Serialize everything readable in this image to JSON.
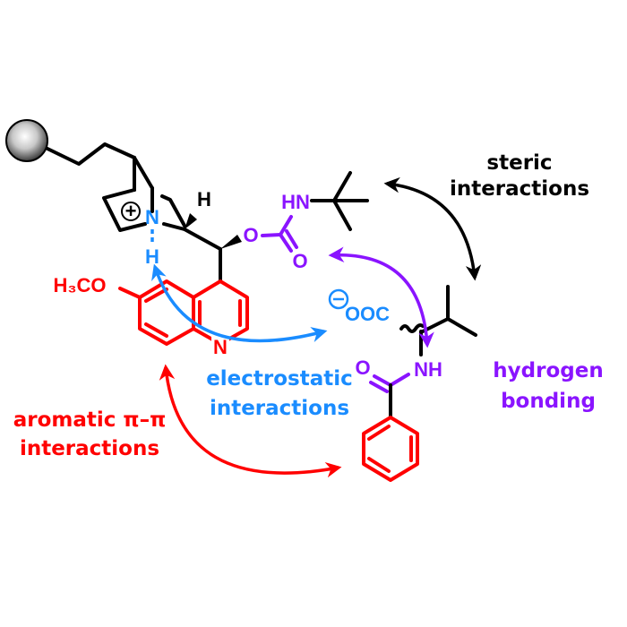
{
  "colors": {
    "aromatic": "#ff0000",
    "electrostatic": "#1a8cff",
    "hydrogen_bonding": "#8a14ff",
    "steric": "#000000"
  },
  "atoms": {
    "N_plus": "N",
    "H_on_N": "H",
    "H_stereo": "H",
    "O_ester": "O",
    "HN_carbamate": "HN",
    "O_carbonyl": "O",
    "methoxy": "H₃CO",
    "N_quinoline": "N",
    "carboxylate": "OOC",
    "NH_amide": "NH",
    "O_amide": "O",
    "plus_charge": "+",
    "minus_charge": "−"
  },
  "labels": {
    "steric_line1": "steric",
    "steric_line2": "interactions",
    "hbond_line1": "hydrogen",
    "hbond_line2": "bonding",
    "electro_line1": "electrostatic",
    "electro_line2": "interactions",
    "aromatic_line1": "aromatic π–π",
    "aromatic_line2": "interactions"
  },
  "icons": {
    "support_bead": "silica-bead-icon"
  }
}
